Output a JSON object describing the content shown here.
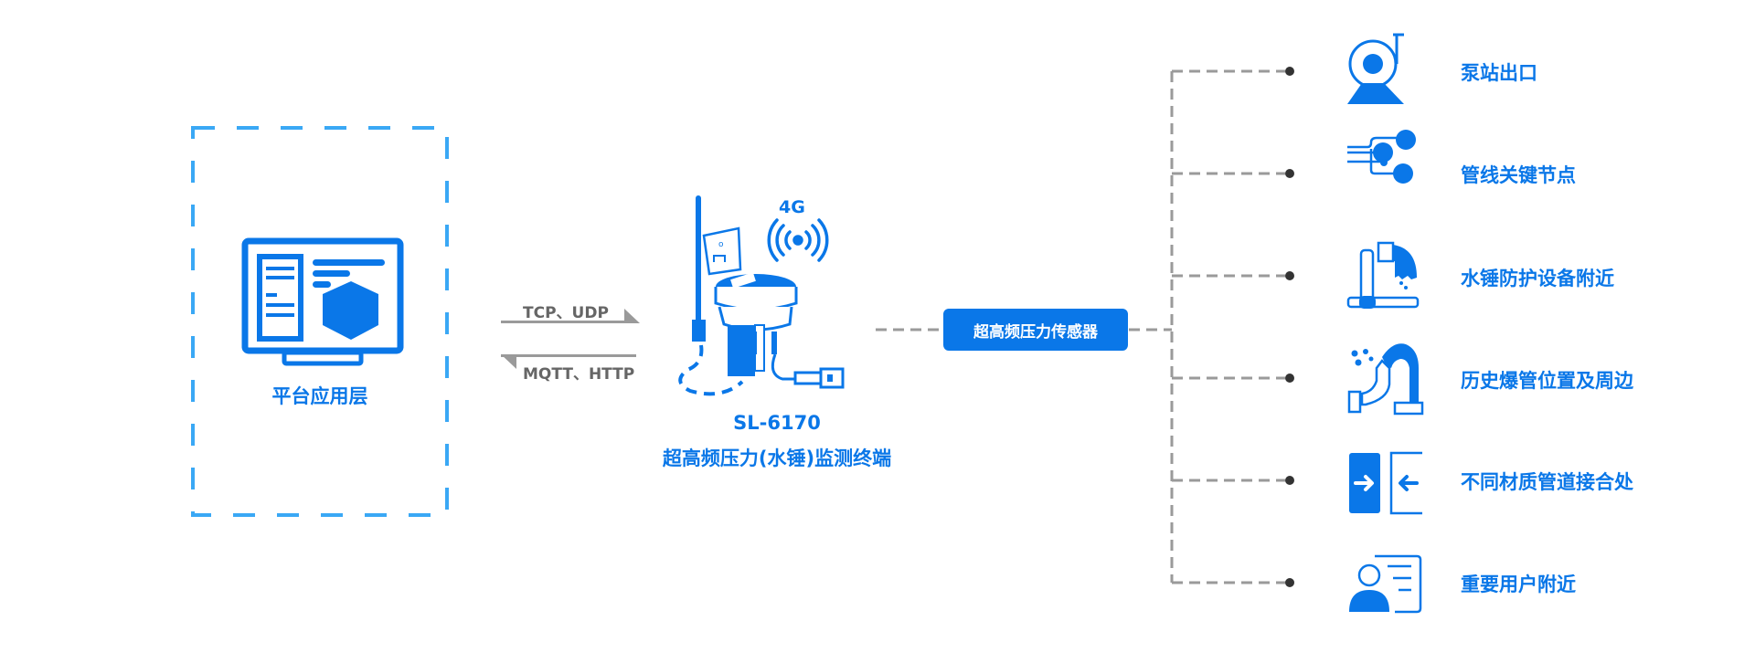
{
  "colors": {
    "primary_blue": "#0a77e8",
    "dashed_box_blue": "#3aa8f5",
    "connector_gray": "#9a9a9a",
    "node_dot": "#333333",
    "protocol_text": "#666666"
  },
  "platform": {
    "label": "平台应用层",
    "icon": "monitor-dashboard-icon"
  },
  "protocols": {
    "uplink": "TCP、UDP",
    "downlink": "MQTT、HTTP"
  },
  "device": {
    "model": "SL-6170",
    "name": "超高频压力(水锤)监测终端",
    "network_badge": "4G",
    "icon": "pressure-terminal-device-icon"
  },
  "sensor": {
    "label": "超高频压力传感器"
  },
  "targets": [
    {
      "label": "泵站出口",
      "icon": "pump-station-icon"
    },
    {
      "label": "管线关键节点",
      "icon": "pipeline-node-icon"
    },
    {
      "label": "水锤防护设备附近",
      "icon": "water-hammer-protection-icon"
    },
    {
      "label": "历史爆管位置及周边",
      "icon": "burst-pipe-icon"
    },
    {
      "label": "不同材质管道接合处",
      "icon": "pipe-joint-icon"
    },
    {
      "label": "重要用户附近",
      "icon": "important-user-icon"
    }
  ]
}
